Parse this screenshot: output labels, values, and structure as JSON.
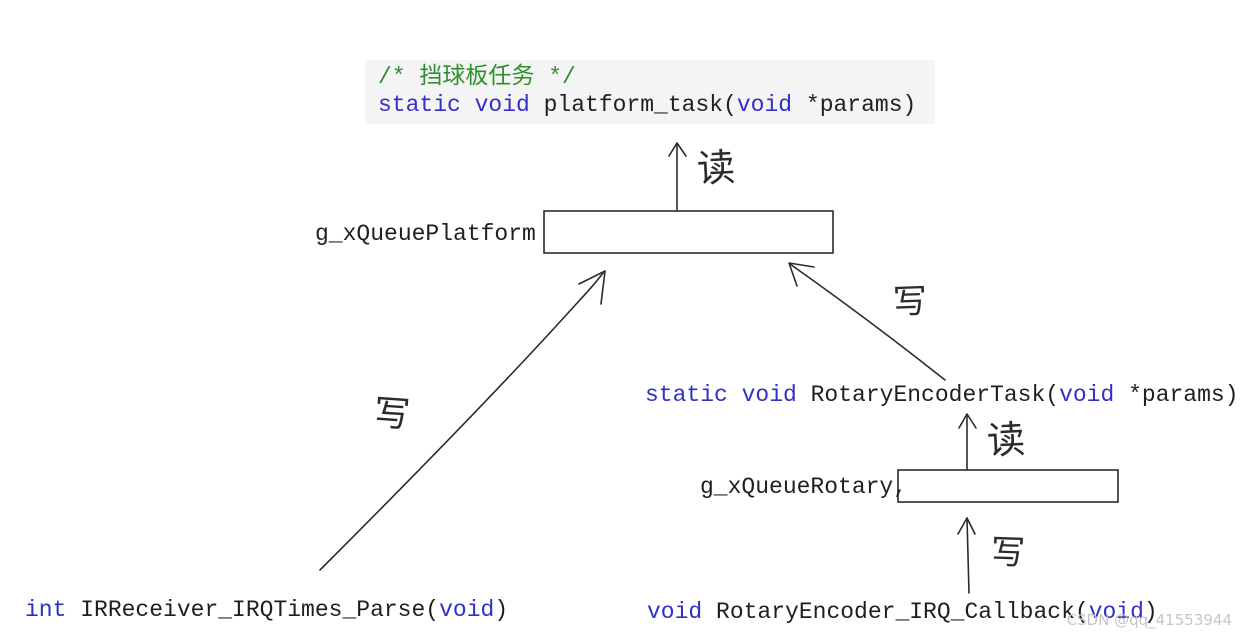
{
  "platform_task": {
    "comment": "/* 挡球板任务 */",
    "signature": [
      "static void",
      " platform_task(",
      "void",
      " *params)"
    ]
  },
  "queue_platform": {
    "label": "g_xQueuePlatform"
  },
  "rotary_task": {
    "signature": [
      "static void",
      " RotaryEncoderTask(",
      "void",
      " *params)"
    ]
  },
  "queue_rotary": {
    "label": "g_xQueueRotary,"
  },
  "ir_parse": {
    "signature": [
      "int",
      " IRReceiver_IRQTimes_Parse(",
      "void",
      ")"
    ]
  },
  "rotary_callback": {
    "signature": [
      "void",
      " RotaryEncoder_IRQ_Callback(",
      "void",
      ")"
    ]
  },
  "arrows": {
    "platform_read": "读",
    "ir_write": "写",
    "rotary_task_write": "写",
    "rotary_read": "读",
    "callback_write": "写"
  },
  "watermark": "CSDN @qq_41553944",
  "colors": {
    "keyword": "#3131c4",
    "comment": "#2f8f2f",
    "code_text": "#1f1f1f",
    "ink": "#2b2b2b",
    "watermark": "#c6c6c6",
    "code_bg": "#f4f4f4"
  }
}
